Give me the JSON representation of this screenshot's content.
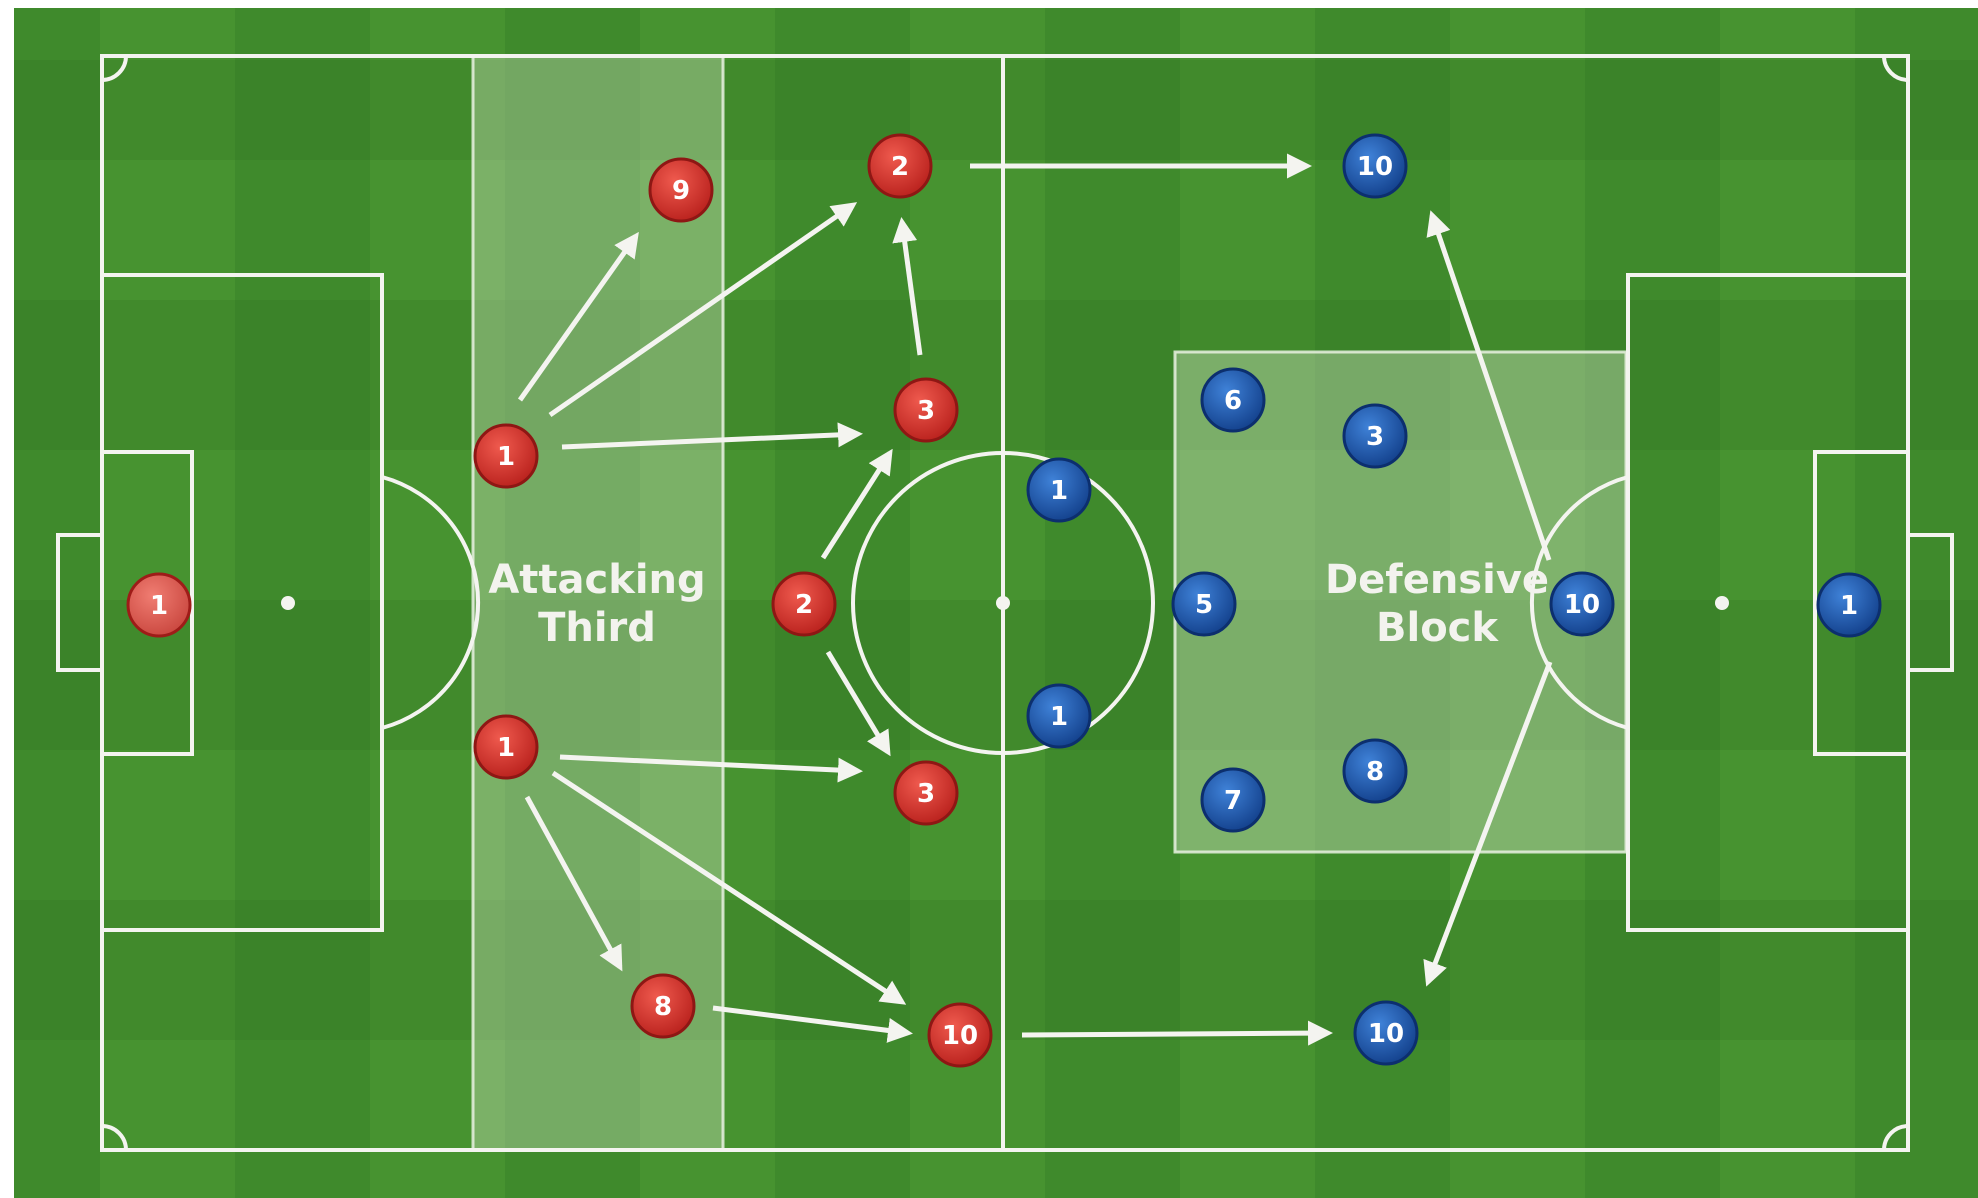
{
  "zones": {
    "attacking_line1": "Attacking",
    "attacking_line2": "Third",
    "defensive_line1": "Defensive",
    "defensive_line2": "Block"
  },
  "team_colors": {
    "red": "#d2342f",
    "blue": "#1e5fb8",
    "pitch_light": "#5aa23c",
    "pitch_dark": "#3f8a2c"
  },
  "players": [
    {
      "id": "r-gk",
      "team": "red",
      "label": "1"
    },
    {
      "id": "r-a",
      "team": "red",
      "label": "1"
    },
    {
      "id": "r-b",
      "team": "red",
      "label": "1"
    },
    {
      "id": "r-c",
      "team": "red",
      "label": "9"
    },
    {
      "id": "r-d",
      "team": "red",
      "label": "8"
    },
    {
      "id": "r-e",
      "team": "red",
      "label": "2"
    },
    {
      "id": "r-f",
      "team": "red",
      "label": "3"
    },
    {
      "id": "r-g",
      "team": "red",
      "label": "2"
    },
    {
      "id": "r-h",
      "team": "red",
      "label": "3"
    },
    {
      "id": "r-i",
      "team": "red",
      "label": "10"
    },
    {
      "id": "b-a",
      "team": "blue",
      "label": "10"
    },
    {
      "id": "b-b",
      "team": "blue",
      "label": "6"
    },
    {
      "id": "b-c",
      "team": "blue",
      "label": "3"
    },
    {
      "id": "b-d",
      "team": "blue",
      "label": "1"
    },
    {
      "id": "b-e",
      "team": "blue",
      "label": "5"
    },
    {
      "id": "b-f",
      "team": "blue",
      "label": "10"
    },
    {
      "id": "b-g",
      "team": "blue",
      "label": "1"
    },
    {
      "id": "b-h",
      "team": "blue",
      "label": "1"
    },
    {
      "id": "b-i",
      "team": "blue",
      "label": "7"
    },
    {
      "id": "b-j",
      "team": "blue",
      "label": "8"
    },
    {
      "id": "b-k",
      "team": "blue",
      "label": "10"
    }
  ]
}
